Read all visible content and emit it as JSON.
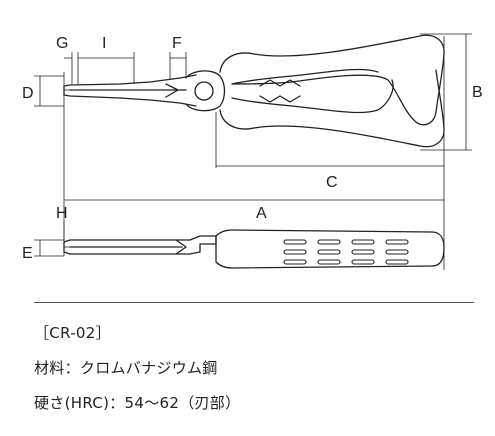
{
  "dimension_labels": {
    "A": "A",
    "B": "B",
    "C": "C",
    "D": "D",
    "E": "E",
    "F": "F",
    "G": "G",
    "H": "H",
    "I": "I"
  },
  "spec": {
    "model": "［CR-02］",
    "material": "材料：クロムバナジウム鋼",
    "hardness": "硬さ(HRC)：54〜62（刃部）"
  },
  "colors": {
    "line": "#222222",
    "divider": "#555555"
  }
}
